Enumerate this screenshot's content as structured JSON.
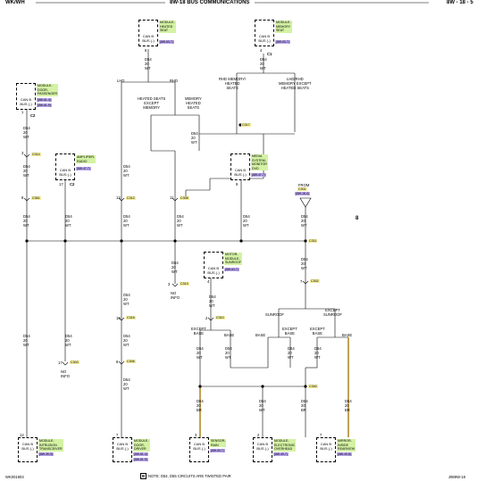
{
  "header": {
    "left": "WK/WH",
    "center": "8W-18 BUS COMMUNICATIONS",
    "right": "8W - 18 - 5"
  },
  "footer": {
    "left": "WK001803",
    "note_symbol": "B",
    "note_text": "NOTE:  D54, D55    CIRCUITS ARE TWISTED PAIR",
    "right": "J989W-18"
  },
  "bus_marker": "8",
  "modules": {
    "heated_seat": {
      "name": "MODULE-\nHEATED\nSEAT",
      "ref": "(8W-63-7)",
      "can": "CAN B\nBUS (-)",
      "pin": "6",
      "conn": ""
    },
    "memory_seat": {
      "name": "MODULE-\nMEMORY\nSEAT",
      "ref": "(8W-63-7)",
      "can": "CAN B\nBUS (-)",
      "pin": "4",
      "conn": "C1"
    },
    "door_passenger": {
      "name": "MODULE-\nDOOR-\nPASSENGER",
      "ref": "(8W-61-4)",
      "ref2": "(8W-61-9)",
      "can": "CAN B\nBUS (-)",
      "pin": "7",
      "conn": "C2"
    },
    "amplifier": {
      "name": "AMPLIFIER-\nRADIO",
      "ref": "(8W-47-7)",
      "can": "CAN B\nBUS (-)",
      "pin": "17",
      "conn": "C2"
    },
    "media_monitor": {
      "name": "MEDIA\nSYSTEM-\nMONITOR\nDVD",
      "ref": "(8W-47-7)",
      "can": "CAN B\nBUS (-)",
      "pin": "9",
      "conn": ""
    },
    "sunroof": {
      "name": "MOTOR-\nMODULE-\nSUNROOF",
      "ref": "(8W-64-7)",
      "can": "CAN B\nBUS (-)",
      "pin": "4",
      "conn": ""
    },
    "intrusion": {
      "name": "MODULE-\nINTRUSION\nTRANSCEIVER",
      "ref": "(8W-39-3)",
      "can": "CAN B\nBUS (-)",
      "pin": "12",
      "conn": ""
    },
    "door_driver": {
      "name": "MODULE-\nDOOR-\nDRIVER",
      "ref": "(8W-61-4)",
      "ref2": "(8W-61-9)",
      "can": "CAN B\nBUS (-)",
      "pin": "7",
      "conn": "C2"
    },
    "sensor_rain": {
      "name": "SENSOR-\nRAIN",
      "ref": "(8W-53-7)",
      "can": "CAN B\nBUS (-)",
      "pin": "3",
      "conn": ""
    },
    "overhead": {
      "name": "MODULE-\nELECTRONIC\nOVERHEAD",
      "ref": "(8W-49-7)",
      "can": "CAN B\nBUS (-)",
      "pin": "2",
      "conn": ""
    },
    "mirror": {
      "name": "MIRROR-\nINSIDE\nREARVIEW",
      "ref": "(8W-49-8)",
      "can": "CAN B\nBUS (-)",
      "pin": "7",
      "conn": ""
    }
  },
  "wire": {
    "circuit": "D54",
    "gauge": "20",
    "color": "WT",
    "color_alt": "BR"
  },
  "connectors": {
    "c317": "C317",
    "c314": "C314",
    "c361": "C361",
    "c312": "C312",
    "c308": "C308",
    "c311": "C311",
    "c313": "C313",
    "c301": "C301",
    "c302": "C302",
    "c316": "C316",
    "c310": "C310",
    "c303": "C303",
    "c306": "C306",
    "c340": "C340",
    "c309": "C309"
  },
  "labels": {
    "lhd": "LHD",
    "rhd": "RHD",
    "heated_except_memory": "HEATED SEATS\nEXCEPT\nMEMORY",
    "memory_heated": "MEMORY\nHEATED\nSEATS",
    "rhd_memory": "RHD MEMORY/\nHEATED\nSEATS",
    "lhd_memory": "LHD/RHD\nMEMORY EXCEPT\nHEATED SEATS",
    "from": "FROM",
    "from_conn": "C301",
    "from_ref": "(8W-18-4)",
    "no_info": "NO\nINFO",
    "except_base": "EXCEPT\nBASE",
    "base": "BASE",
    "sunroof": "SUNROOF",
    "except_sunroof": "EXCEPT\nSUNROOF"
  }
}
